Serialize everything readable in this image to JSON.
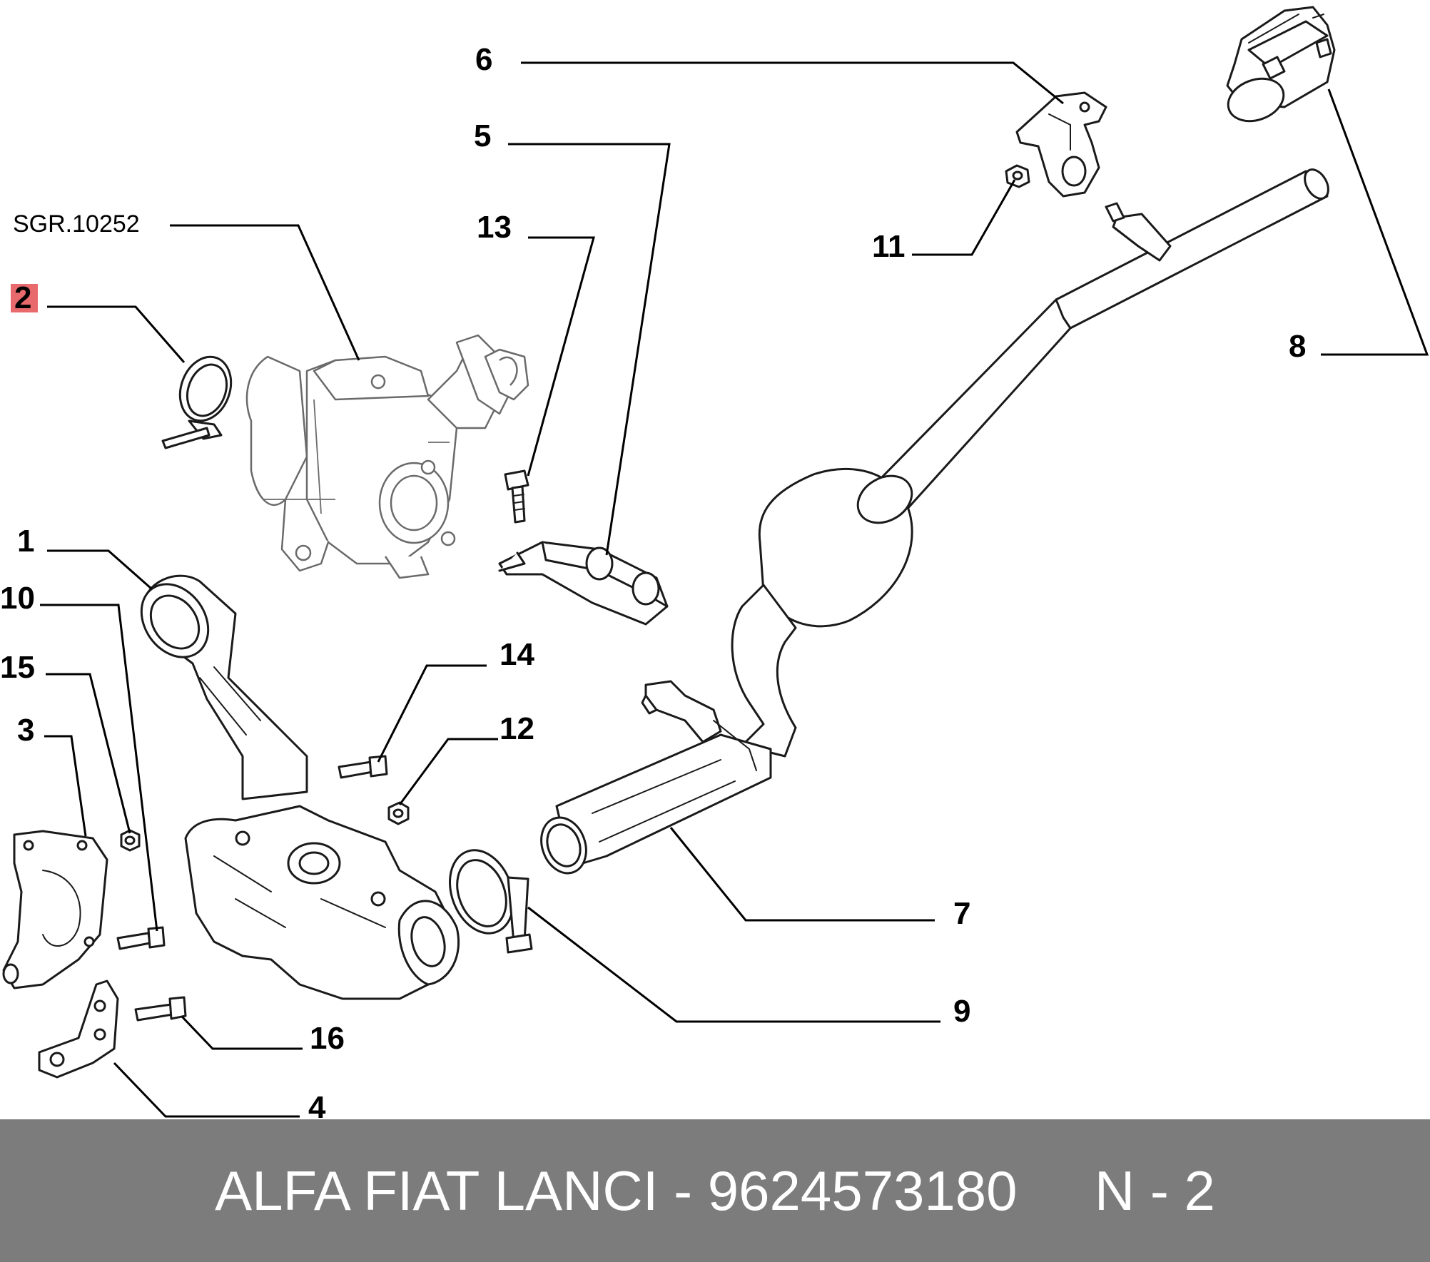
{
  "diagram": {
    "reference_label": "SGR.10252",
    "highlight_color": "#e0383c",
    "callouts": {
      "c1": "1",
      "c2": "2",
      "c3": "3",
      "c4": "4",
      "c5": "5",
      "c6": "6",
      "c7": "7",
      "c8": "8",
      "c9": "9",
      "c10": "10",
      "c11": "11",
      "c12": "12",
      "c13": "13",
      "c14": "14",
      "c15": "15",
      "c16": "16"
    }
  },
  "footer": {
    "text": "ALFA FIAT LANCI - 9624573180     N - 2",
    "background": "#7c7c7c"
  }
}
